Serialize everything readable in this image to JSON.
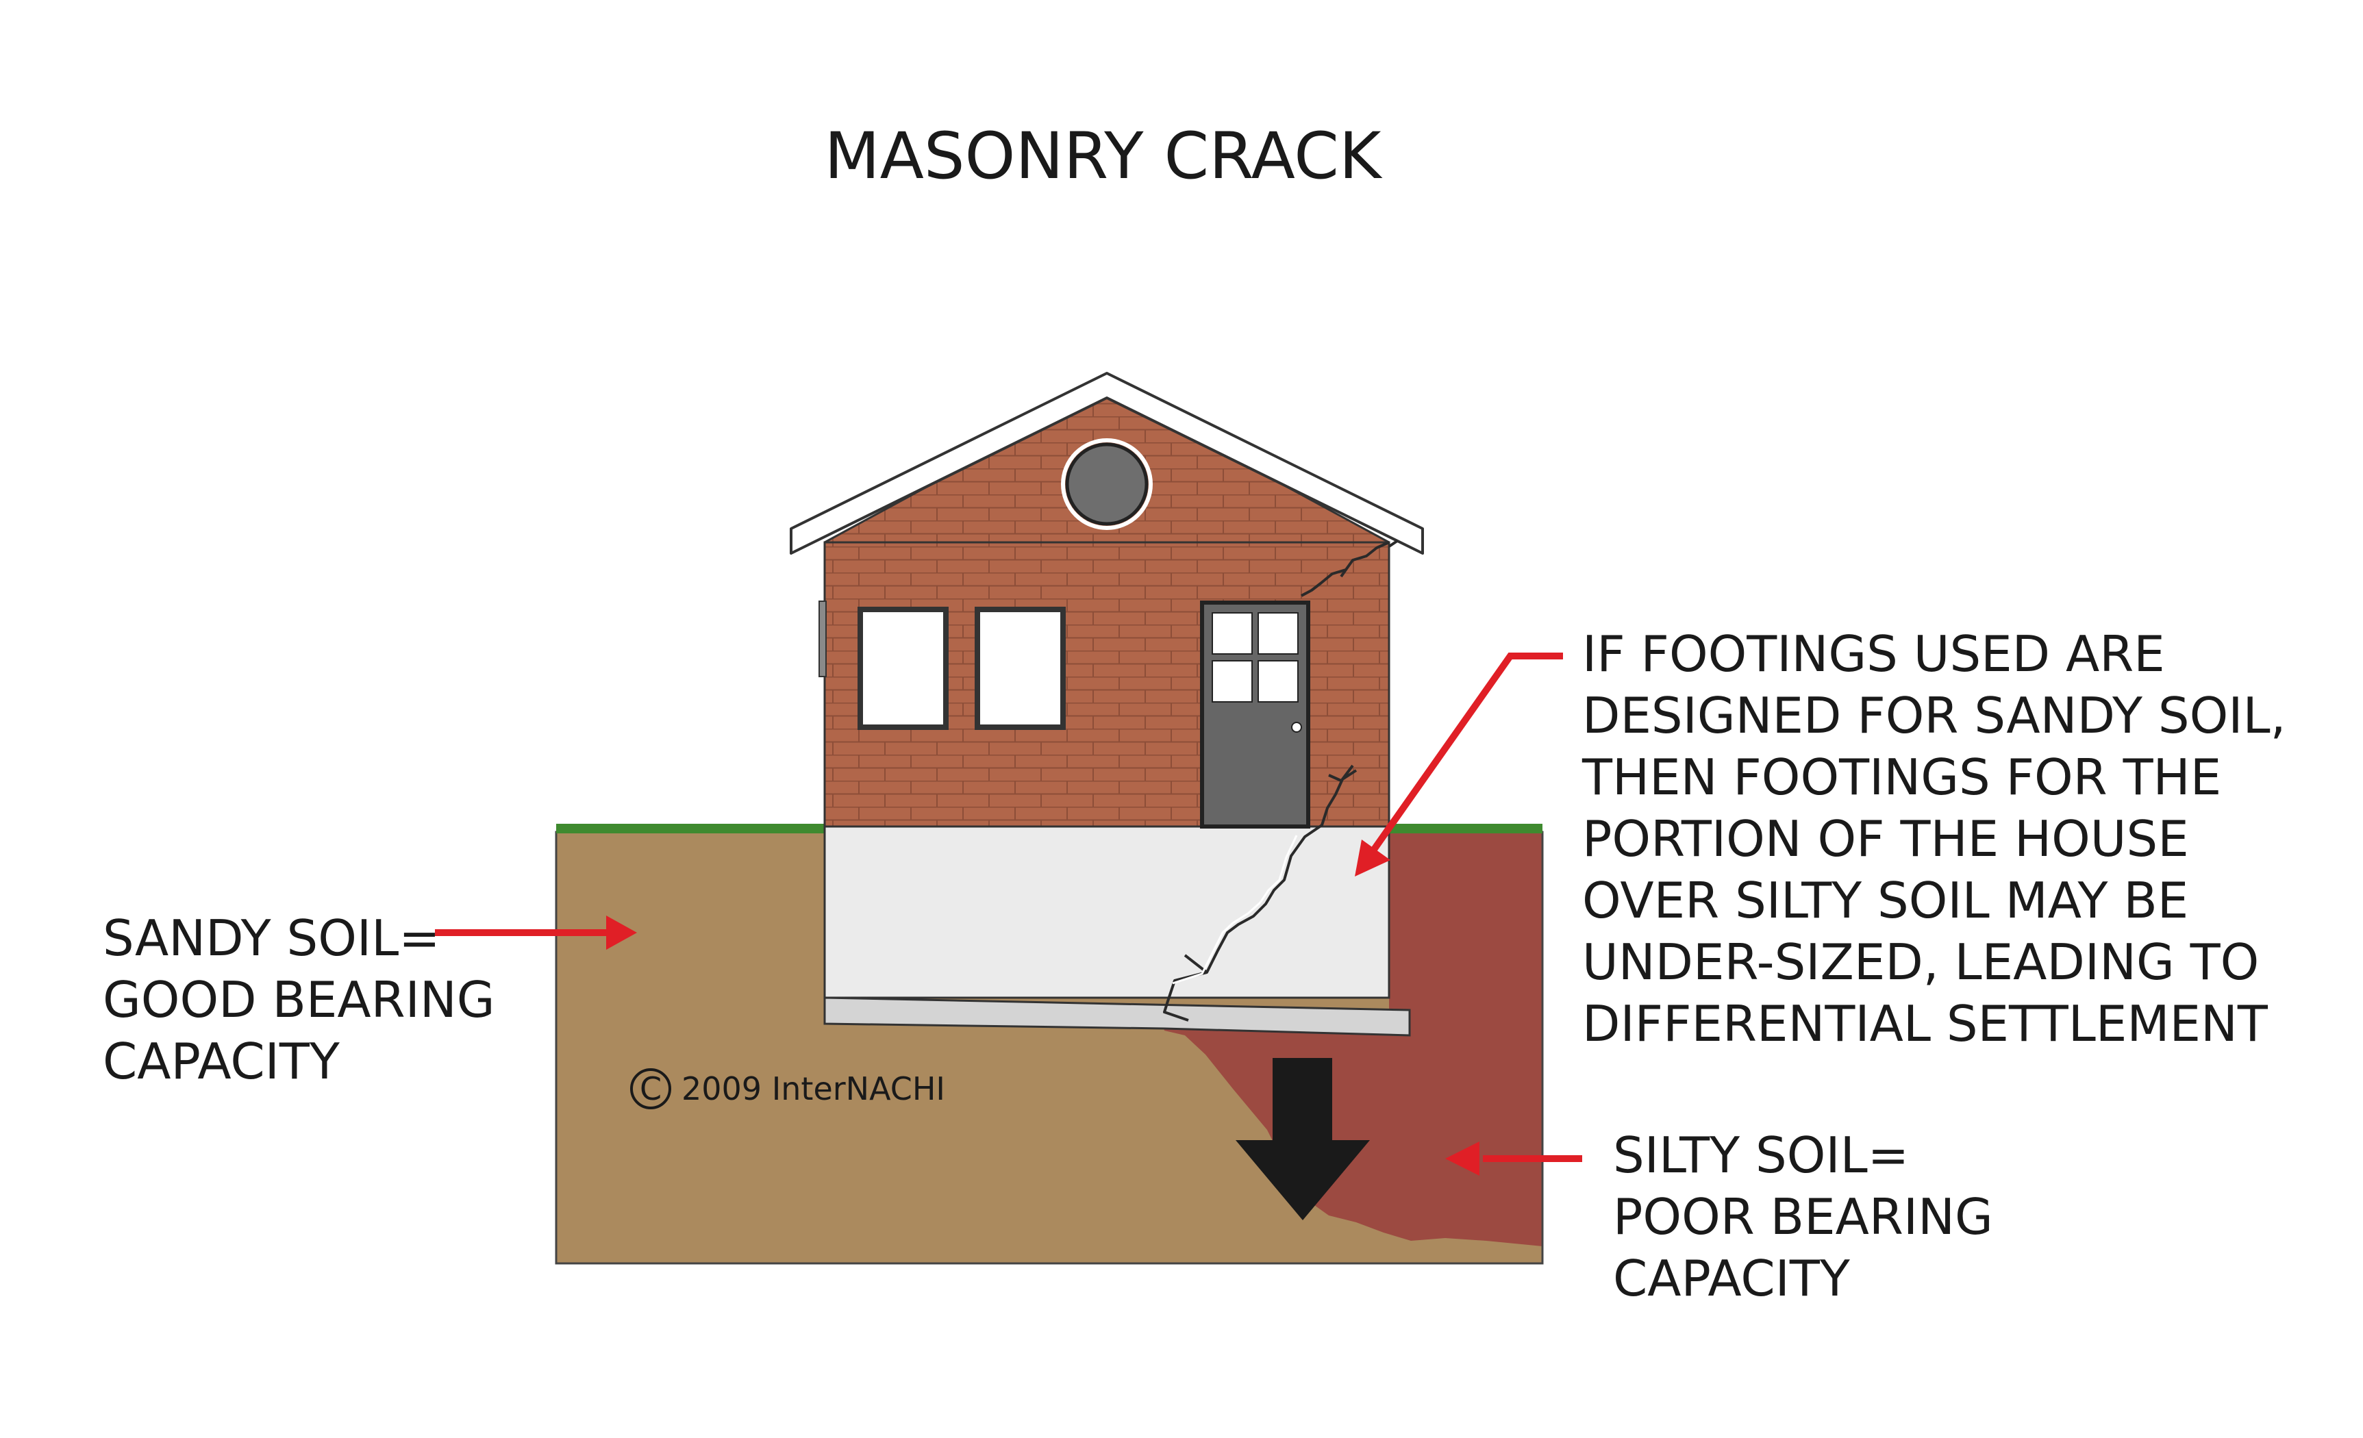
{
  "title": "MASONRY CRACK",
  "labels": {
    "sandy_soil": [
      "SANDY SOIL=",
      "GOOD BEARING",
      "CAPACITY"
    ],
    "silty_soil": [
      "SILTY SOIL=",
      "POOR BEARING",
      "CAPACITY"
    ],
    "footing_note": [
      "IF FOOTINGS USED ARE",
      "DESIGNED FOR SANDY SOIL,",
      "THEN FOOTINGS FOR THE",
      "PORTION OF THE HOUSE",
      "OVER SILTY SOIL MAY BE",
      "UNDER-SIZED, LEADING TO",
      "DIFFERENTIAL SETTLEMENT"
    ]
  },
  "copyright": {
    "symbol": "C",
    "text": "2009  InterNACHI"
  },
  "colors": {
    "sandy_soil": "#ab8a5e",
    "silty_soil": "#9c4a41",
    "brick": "#b1664a",
    "mortar": "#8d4e38",
    "foundation": "#ebebeb",
    "grass": "#3f8a2f",
    "door": "#666666",
    "window_glass": "#ffffff",
    "vent": "#6e6e6e",
    "arrow_red": "#e01f26",
    "settlement_arrow": "#1a1a1a"
  },
  "icons": {
    "settlement": "down-arrow-icon",
    "pointer": "red-arrow-icon"
  }
}
